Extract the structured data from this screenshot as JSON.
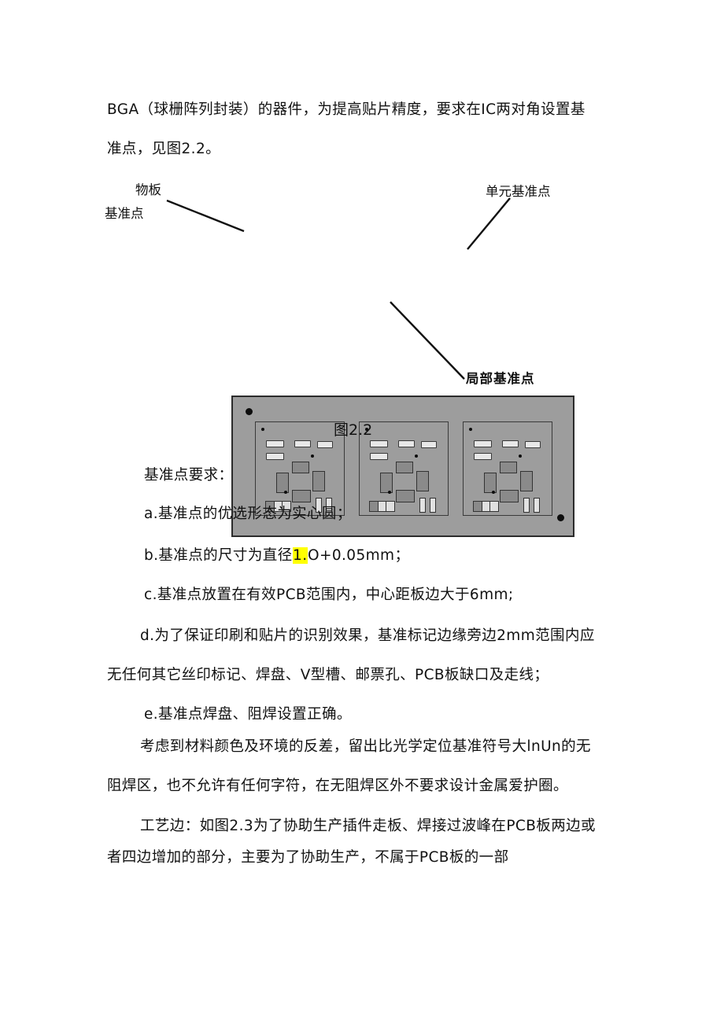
{
  "document": {
    "paragraphs": [
      {
        "id": "p_intro_1",
        "text": "BGA（球栅阵列封装）的器件，为提高贴片精度，要求在IC两对角设置基"
      },
      {
        "id": "p_intro_2",
        "text": "准点，见图2.2。"
      },
      {
        "id": "p_req_heading",
        "text": "基准点要求："
      },
      {
        "id": "p_item_a",
        "text": "a.基准点的优选形态为实心圆；"
      },
      {
        "id": "p_item_b_before",
        "text": "b.基准点的尺寸为直径"
      },
      {
        "id": "p_item_b_highlight",
        "text": "1."
      },
      {
        "id": "p_item_b_after",
        "text": "O+0.05mm；"
      },
      {
        "id": "p_item_c",
        "text": "c.基准点放置在有效PCB范围内，中心距板边大于6mm;"
      },
      {
        "id": "p_item_d_line1",
        "text": "d.为了保证印刷和贴片的识别效果，基准标记边缘旁边2mm范围内应"
      },
      {
        "id": "p_item_d_line2",
        "text": "无任何其它丝印标记、焊盘、V型槽、邮票孔、PCB板缺口及走线；"
      },
      {
        "id": "p_item_e",
        "text": "e.基准点焊盘、阻焊设置正确。"
      },
      {
        "id": "p_note_line1",
        "text": "考虑到材料颜色及环境的反差，留出比光学定位基准符号大lnUn的无"
      },
      {
        "id": "p_note_line2",
        "text": "阻焊区，也不允许有任何字符，在无阻焊区外不要求设计金属爱护圈。"
      },
      {
        "id": "p_tail_line1",
        "text": "工艺边：如图2.3为了协助生产插件走板、焊接过波峰在PCB板两边或"
      },
      {
        "id": "p_tail_line2",
        "text": "者四边增加的部分，主要为了协助生产，不属于PCB板的一部"
      }
    ],
    "highlight_color": "#ffff00"
  },
  "figure": {
    "caption": "图2.2",
    "labels": {
      "panel_fiducial_line1": "物板",
      "panel_fiducial_line2": "基准点",
      "unit_fiducial": "单元基准点",
      "local_fiducial": "局部基准点"
    },
    "colors": {
      "panel_fill": "#9d9d9d",
      "panel_border": "#2b2b2b",
      "subboard_border": "#3a3a3a",
      "ic_fill": "#8a8a8a",
      "pad_fill": "#e8e8e8",
      "dot_fill": "#0d0d0d"
    },
    "subboard_count": 3,
    "panel_fiducial_dots": 2,
    "unit_fiducial_dots_per_board": 1,
    "local_fiducial_dots_per_board": 2
  }
}
